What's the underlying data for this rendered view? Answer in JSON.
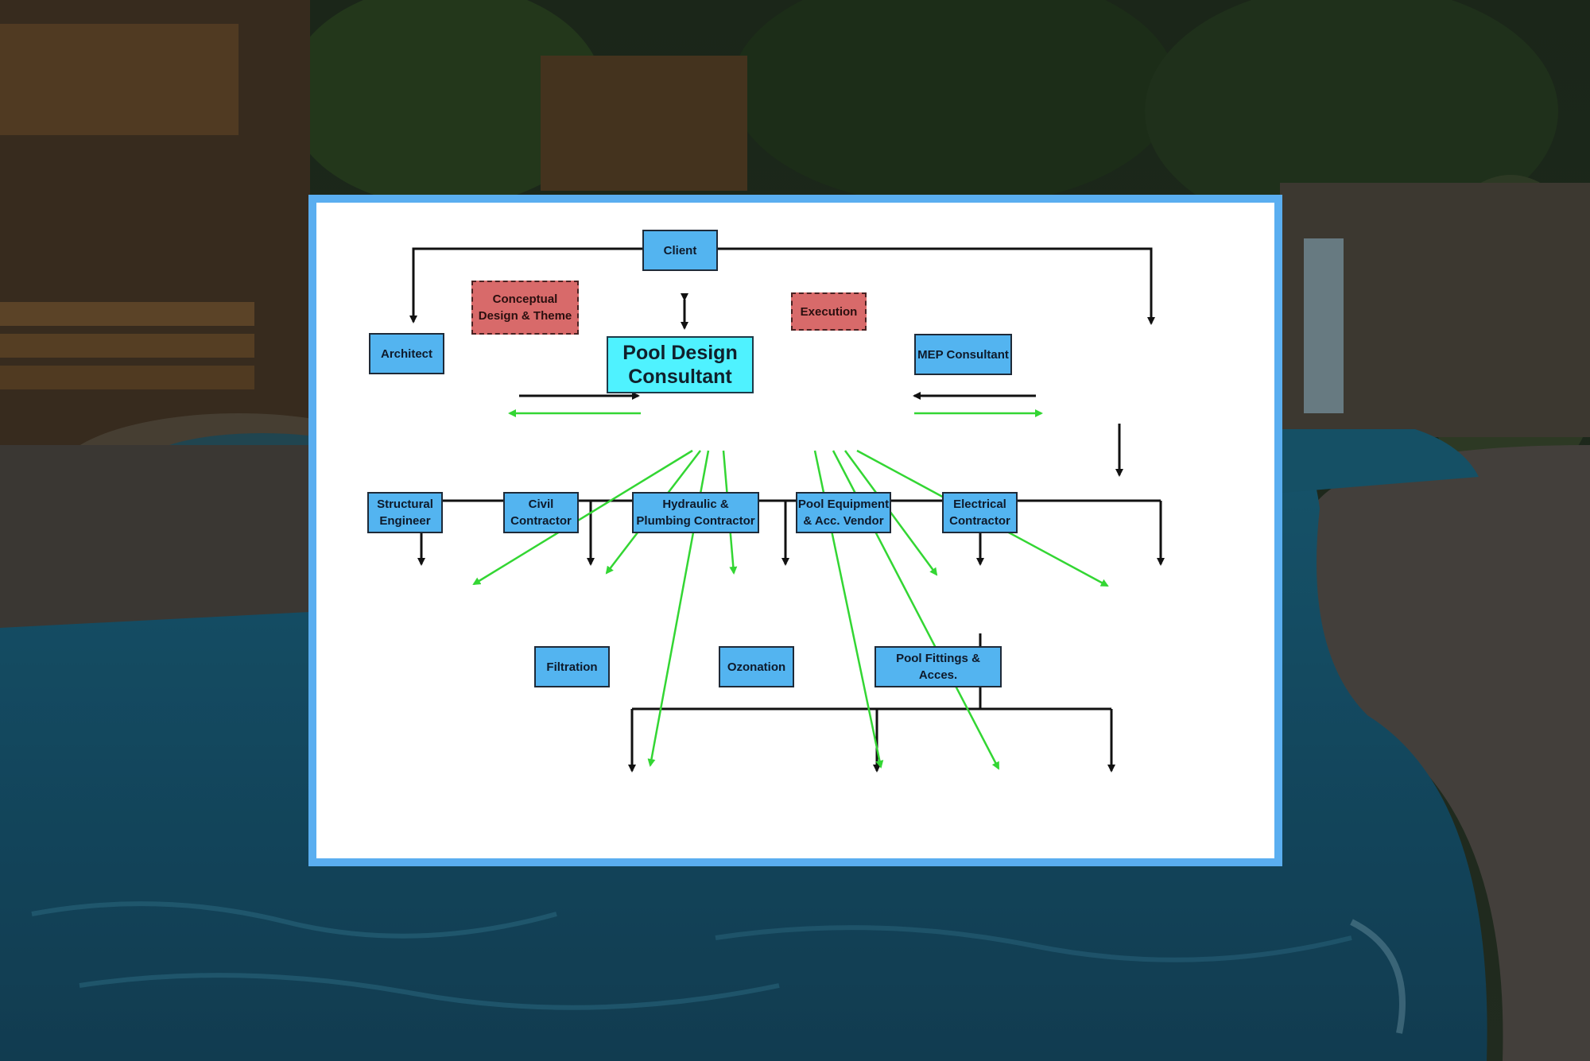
{
  "colors": {
    "panel_border": "#5aaef0",
    "box_fill": "#53b4f0",
    "main_box_fill": "#4ff2ff",
    "note_box_fill": "#d86a6a",
    "black_arrow": "#111111",
    "green_arrow": "#33d633"
  },
  "diagram": {
    "client": "Client",
    "architect": "Architect",
    "conceptual": "Conceptual\nDesign & Theme",
    "pool_design": "Pool Design\nConsultant",
    "execution": "Execution",
    "mep": "MEP Consultant",
    "structural": "Structural\nEngineer",
    "civil": "Civil\nContractor",
    "hydraulic": "Hydraulic &\nPlumbing Contractor",
    "pool_equipment": "Pool Equipment\n& Acc. Vendor",
    "electrical": "Electrical\nContractor",
    "filtration": "Filtration",
    "ozonation": "Ozonation",
    "fittings": "Pool Fittings & Acces."
  }
}
